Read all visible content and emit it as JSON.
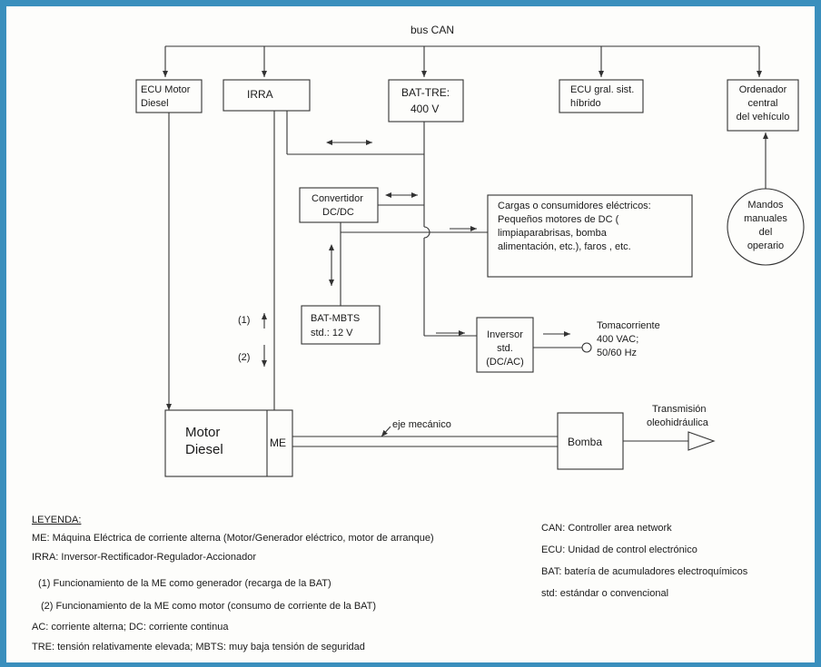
{
  "diagram": {
    "bus": "bus CAN",
    "ecu_motor": [
      "ECU Motor",
      "Diesel"
    ],
    "irra": "IRRA",
    "bat_tre": [
      "BAT-TRE:",
      "400 V"
    ],
    "ecu_gral": [
      "ECU gral. sist.",
      "híbrido"
    ],
    "ordenador": [
      "Ordenador",
      "central",
      "del vehículo"
    ],
    "mandos": [
      "Mandos",
      "manuales",
      "del",
      "operario"
    ],
    "convertidor": [
      "Convertidor",
      "DC/DC"
    ],
    "cargas": [
      "Cargas o consumidores eléctricos:",
      "Pequeños motores de DC (",
      "limpiaparabrisas, bomba",
      "alimentación, etc.), faros , etc."
    ],
    "bat_mbts": [
      "BAT-MBTS",
      "std.: 12 V"
    ],
    "inversor": [
      "Inversor",
      "std.",
      "(DC/AC)"
    ],
    "tomacorriente": [
      "Tomacorriente",
      "400 VAC;",
      "50/60 Hz"
    ],
    "mark_1": "(1)",
    "mark_2": "(2)",
    "motor_diesel": [
      "Motor",
      "Diesel"
    ],
    "me": "ME",
    "eje": "eje mecánico",
    "bomba": "Bomba",
    "transmision": [
      "Transmisión",
      "oleohidráulica"
    ]
  },
  "legend": {
    "title": "LEYENDA:",
    "left": [
      "ME: Máquina Eléctrica de corriente alterna (Motor/Generador eléctrico, motor de arranque)",
      "IRRA: Inversor-Rectificador-Regulador-Accionador",
      "(1)  Funcionamiento de la ME como generador (recarga de la BAT)",
      "(2)  Funcionamiento de la ME como motor (consumo de corriente de la BAT)",
      "AC: corriente alterna; DC: corriente continua",
      "TRE: tensión relativamente elevada; MBTS: muy baja tensión de seguridad"
    ],
    "right": [
      "CAN: Controller area network",
      "ECU: Unidad de control electrónico",
      "BAT: batería de acumuladores electroquímicos",
      "std: estándar o convencional"
    ]
  }
}
